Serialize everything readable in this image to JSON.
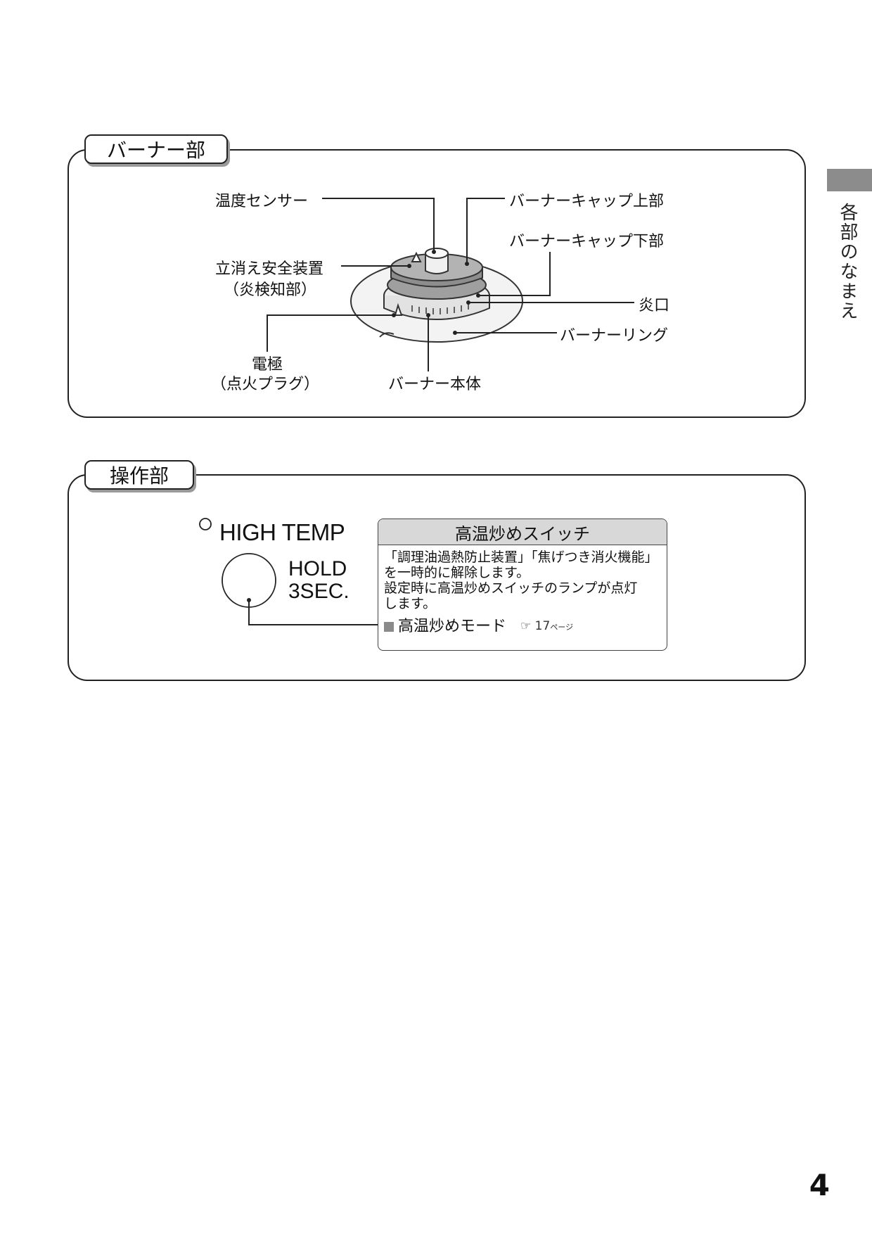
{
  "burner_section": {
    "title": "バーナー部",
    "labels": {
      "temp_sensor": "温度センサー",
      "cap_upper": "バーナーキャップ上部",
      "cap_lower": "バーナーキャップ下部",
      "safety_line1": "立消え安全装置",
      "safety_line2": "（炎検知部）",
      "flame_port": "炎口",
      "burner_ring": "バーナーリング",
      "electrode_line1": "電極",
      "electrode_line2": "（点火プラグ）",
      "burner_body": "バーナー本体"
    }
  },
  "control_section": {
    "title": "操作部",
    "high_temp_label": "HIGH TEMP",
    "hold_line1": "HOLD",
    "hold_line2": "3SEC.",
    "info": {
      "title": "高温炒めスイッチ",
      "text_line1": "「調理油過熱防止装置」「焦げつき消火機能」",
      "text_line2": "を一時的に解除します。",
      "text_line3": "設定時に高温炒めスイッチのランプが点灯",
      "text_line4": "します。",
      "mode_label": "高温炒めモード",
      "ref_icon": "☞",
      "ref_page": "17",
      "ref_unit": "ページ"
    }
  },
  "side_tab": {
    "text": "各部のなまえ"
  },
  "page_number": "4"
}
